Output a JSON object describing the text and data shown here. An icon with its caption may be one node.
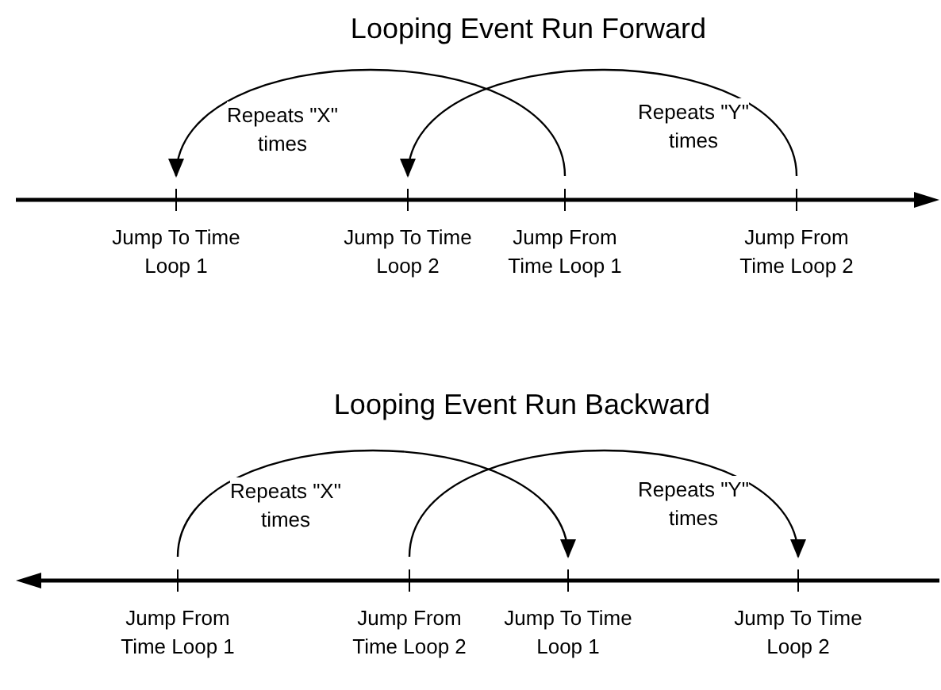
{
  "diagram": {
    "nodes": [
      {
        "text": [
          "Jump To Time Loop 1"
        ]
      },
      {
        "text": [
          "Jump To Time Loop 2"
        ]
      },
      {
        "text": [
          "Jump From Time Loop 1"
        ]
      },
      {
        "text": [
          "Jump From Time Loop 2"
        ]
      },
      {
        "text": [
          "Jump From Time Loop 1"
        ]
      },
      {
        "text": [
          "Jump From Time Loop 2"
        ]
      },
      {
        "text": [
          "Jump To Time Loop 1"
        ]
      },
      {
        "text": [
          "Jump To Time Loop 2"
        ]
      }
    ],
    "edges": [
      {
        "from": 2,
        "to": 0,
        "arrow": "to",
        "label": "Repeats \"X\" times"
      },
      {
        "from": 3,
        "to": 1,
        "arrow": "to",
        "label": "Repeats \"Y\" times"
      },
      {
        "from": 4,
        "to": 6,
        "arrow": "to",
        "label": "Repeats \"X\" times"
      },
      {
        "from": 5,
        "to": 7,
        "arrow": "to",
        "label": "Repeats \"Y\" times"
      }
    ],
    "labels": [
      "Looping Event Run Forward",
      "Looping Event Run Backward"
    ]
  }
}
